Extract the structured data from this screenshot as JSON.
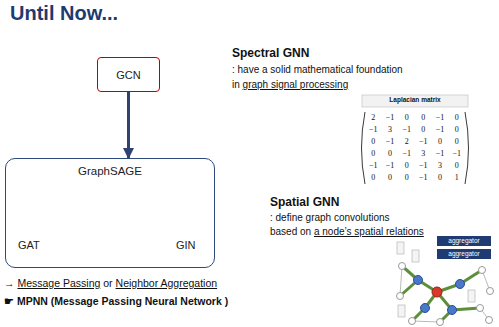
{
  "diagram": {
    "title": "Until Now...",
    "nodes": [
      {
        "text": [
          "GCN"
        ]
      },
      {
        "text": [
          "GraphSAGE"
        ]
      },
      {
        "text": [
          "GAT"
        ],
        "in": 1
      },
      {
        "text": [
          "GIN"
        ],
        "in": 1
      }
    ],
    "edges": [
      {
        "from": 0,
        "to": 1,
        "arrow": "to"
      },
      {
        "from": 1,
        "to": 2,
        "arrow": "to"
      },
      {
        "from": 1,
        "to": 3,
        "arrow": "to"
      }
    ],
    "labels": [
      "Spectral GNN",
      ": have a solid mathematical foundation",
      "in",
      "graph signal processing",
      "Laplacian matrix",
      "2",
      "−1",
      "0",
      "0",
      "−1",
      "0",
      "−1",
      "3",
      "−1",
      "0",
      "−1",
      "0",
      "0",
      "−1",
      "2",
      "−1",
      "0",
      "0",
      "0",
      "0",
      "−1",
      "3",
      "−1",
      "−1",
      "−1",
      "−1",
      "0",
      "−1",
      "3",
      "0",
      "0",
      "0",
      "0",
      "−1",
      "0",
      "1",
      "Spatial GNN",
      ": define graph convolutions",
      "based on",
      "a node’s spatial relations",
      "aggregator",
      "aggregator",
      "→",
      "Message Passing",
      "or",
      "Neighbor Aggregation",
      "☛ MPNN (Message Passing Neural Network )"
    ]
  }
}
